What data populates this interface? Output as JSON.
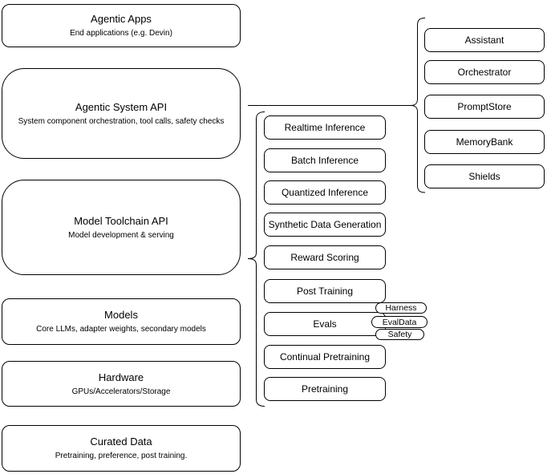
{
  "stack": {
    "items": [
      {
        "title": "Agentic Apps",
        "subtitle": "End applications (e.g. Devin)"
      },
      {
        "title": "Agentic System API",
        "subtitle": "System component orchestration, tool calls, safety checks"
      },
      {
        "title": "Model Toolchain API",
        "subtitle": "Model development & serving"
      },
      {
        "title": "Models",
        "subtitle": "Core LLMs, adapter weights, secondary models"
      },
      {
        "title": "Hardware",
        "subtitle": "GPUs/Accelerators/Storage"
      },
      {
        "title": "Curated Data",
        "subtitle": "Pretraining, preference, post training."
      }
    ]
  },
  "toolchain": {
    "items": [
      "Realtime Inference",
      "Batch Inference",
      "Quantized Inference",
      "Synthetic Data Generation",
      "Reward Scoring",
      "Post Training",
      "Evals",
      "Continual Pretraining",
      "Pretraining"
    ],
    "eval_tags": [
      "Harness",
      "EvalData",
      "Safety"
    ]
  },
  "system_components": {
    "items": [
      "Assistant",
      "Orchestrator",
      "PromptStore",
      "MemoryBank",
      "Shields"
    ]
  },
  "colors": {
    "stroke": "#000000",
    "fill": "#ffffff"
  }
}
